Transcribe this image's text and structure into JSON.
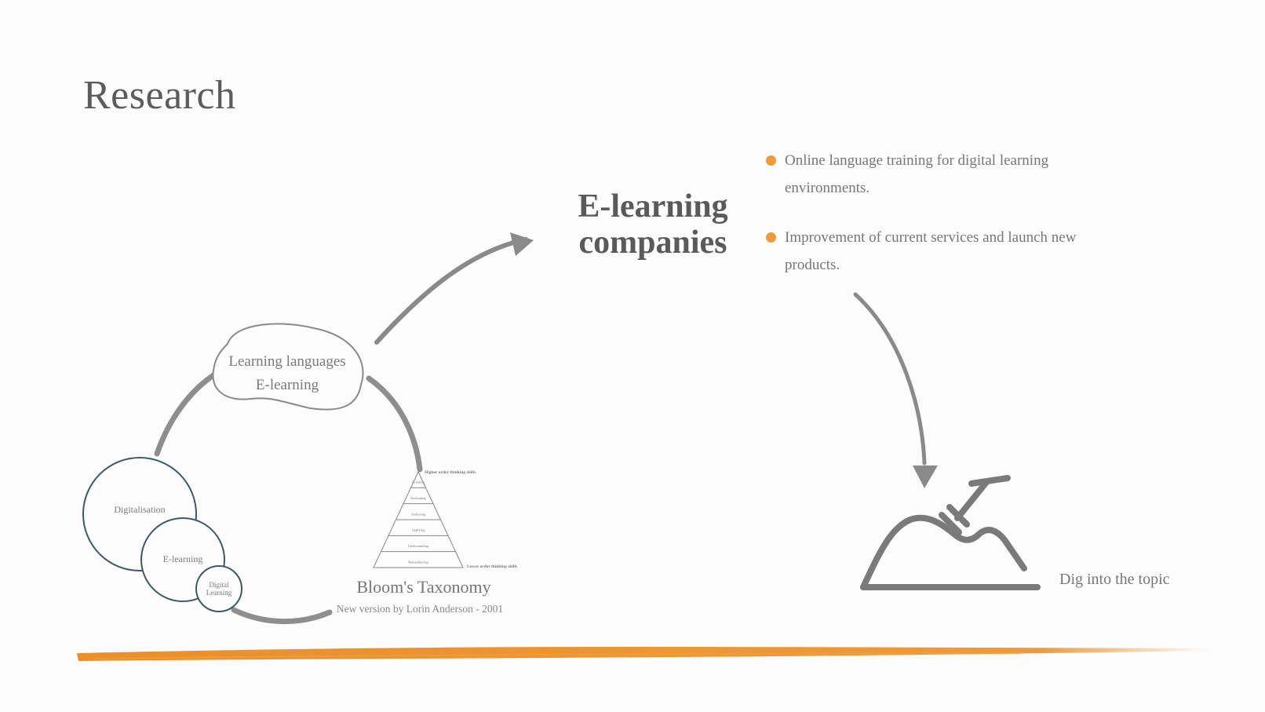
{
  "slide": {
    "title": "Research",
    "headline": "E-learning companies",
    "bullets": [
      "Online language training for digital learning environments.",
      "Improvement of current services and launch new products."
    ],
    "cloud": {
      "line1": "Learning languages",
      "line2": "E-learning"
    },
    "circles": {
      "outer": "Digitalisation",
      "middle": "E-learning",
      "inner_line1": "Digital",
      "inner_line2": "Learning"
    },
    "pyramid": {
      "top_note": "Higher order thinking skills",
      "bottom_note": "Lower order thinking skills",
      "levels": [
        "Creating",
        "Evaluating",
        "Analysing",
        "Applying",
        "Understanding",
        "Remembering"
      ]
    },
    "bloom_title": "Bloom's Taxonomy",
    "bloom_subtitle": "New version by Lorin Anderson - 2001",
    "dig_label": "Dig into the topic",
    "icons": {
      "dig": "shovel-in-dirt-icon",
      "arrow": "curved-arrow-icon"
    },
    "colors": {
      "accent": "#ee9a3a",
      "circle_stroke": "#3c5a66",
      "arrow": "#8a8a8a",
      "text": "#6b6b6b"
    }
  }
}
